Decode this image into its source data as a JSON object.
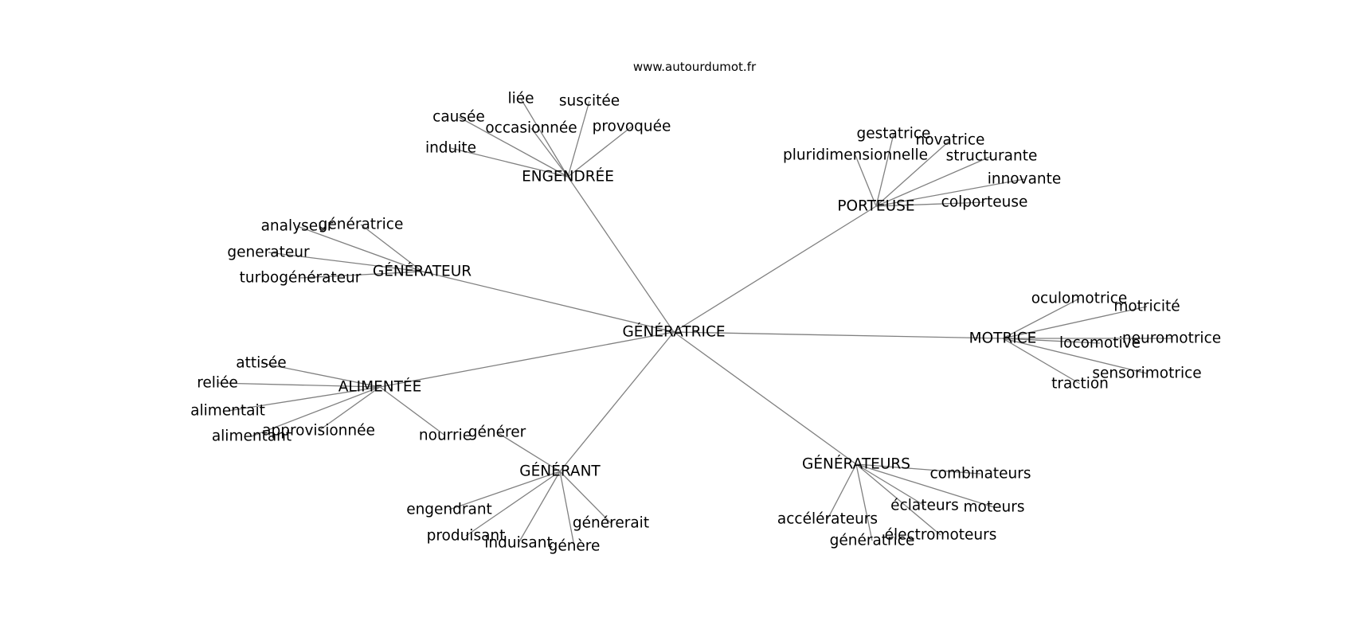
{
  "source": "www.autourdumot.fr",
  "graph": {
    "center": "GÉNÉRATRICE",
    "hubs": [
      {
        "label": "ENGENDRÉE",
        "leaves": [
          "liée",
          "suscitée",
          "causée",
          "occasionnée",
          "provoquée",
          "induite"
        ]
      },
      {
        "label": "PORTEUSE",
        "leaves": [
          "gestatrice",
          "novatrice",
          "pluridimensionnelle",
          "structurante",
          "innovante",
          "colporteuse"
        ]
      },
      {
        "label": "GÉNÉRATEUR",
        "leaves": [
          "analyseur",
          "génératrice",
          "generateur",
          "turbogénérateur"
        ]
      },
      {
        "label": "MOTRICE",
        "leaves": [
          "oculomotrice",
          "motricité",
          "neuromotrice",
          "locomotive",
          "sensorimotrice",
          "traction"
        ]
      },
      {
        "label": "ALIMENTÉE",
        "leaves": [
          "attisée",
          "reliée",
          "alimentait",
          "approvisionnée",
          "alimentant",
          "nourrie"
        ]
      },
      {
        "label": "GÉNÉRANT",
        "leaves": [
          "générer",
          "engendrant",
          "générerait",
          "produisant",
          "induisant",
          "génère"
        ]
      },
      {
        "label": "GÉNÉRATEURS",
        "leaves": [
          "combinateurs",
          "éclateurs",
          "moteurs",
          "accélérateurs",
          "électromoteurs",
          "génératrice"
        ]
      }
    ]
  }
}
